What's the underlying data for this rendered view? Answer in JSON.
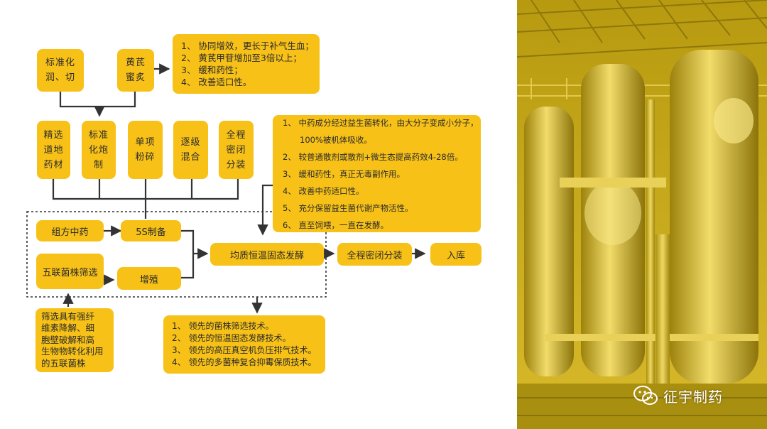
{
  "colors": {
    "box": "#f7c118",
    "line": "#333333",
    "photo_tint": "#c7a818"
  },
  "top_boxes": {
    "standardize_cut": [
      "标准化",
      "润、切"
    ],
    "huangqi_honey": [
      "黄芪",
      "蜜炙"
    ]
  },
  "huangqi_benefits": [
    "1、 协同增效，更长于补气生血；",
    "2、 黄芪甲苷增加至3倍以上；",
    "3、 缓和药性；",
    "4、 改善适口性。"
  ],
  "process_steps": [
    [
      "精选",
      "道地",
      "药材"
    ],
    [
      "标准",
      "化炮",
      "制"
    ],
    [
      "单项",
      "粉碎"
    ],
    [
      "逐级",
      "混合"
    ],
    [
      "全程",
      "密闭",
      "分装"
    ]
  ],
  "fermentation_benefits": [
    {
      "text": "1、 中药成分经过益生菌转化，由大分子变成小分子，",
      "indent": false
    },
    {
      "text": "100%被机体吸收。",
      "indent": true
    },
    {
      "text": "2、 较普通散剂或散剂+微生态提高药效4-28倍。",
      "indent": false
    },
    {
      "text": "3、 缓和药性，真正无毒副作用。",
      "indent": false
    },
    {
      "text": "4、 改善中药适口性。",
      "indent": false
    },
    {
      "text": "5、 充分保留益生菌代谢产物活性。",
      "indent": false
    },
    {
      "text": "6、 直至饲喂，一直在发酵。",
      "indent": false
    }
  ],
  "flow": {
    "formula_herbs": "组方中药",
    "prep_5s": "5S制备",
    "strain_select": "五联菌株筛选",
    "proliferation": "增殖",
    "fermentation": "均质恒温固态发酵",
    "sealed_packing": "全程密闭分装",
    "storage": "入库"
  },
  "strain_desc": [
    "筛选具有强纤",
    "维素降解、细",
    "胞壁破解和高",
    "生物物转化利用",
    "的五联菌株"
  ],
  "tech_leads": [
    "1、 领先的菌株筛选技术。",
    "2、 领先的恒温固态发酵技术。",
    "3、 领先的高压真空机负压排气技术。",
    "4、 领先的多菌种复合抑霉保质技术。"
  ],
  "watermark": {
    "text": "征宇制药",
    "icon": "wechat-icon"
  }
}
